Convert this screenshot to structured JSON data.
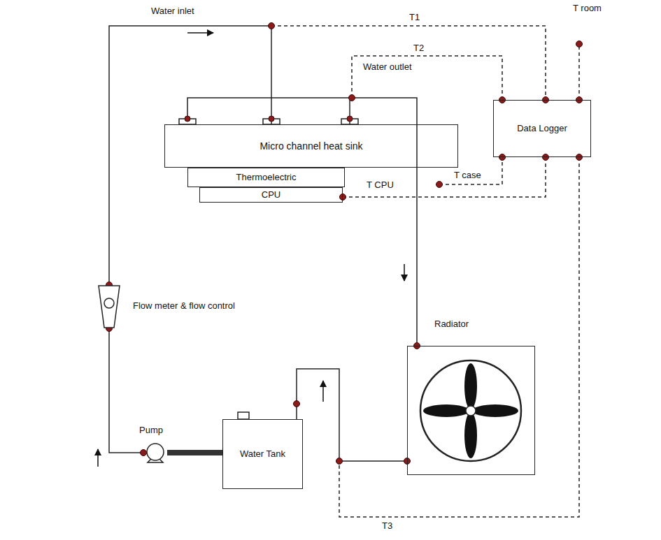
{
  "diagram": {
    "nodes": [
      {
        "text": [
          "Micro channel heat sink"
        ]
      },
      {
        "text": [
          "Thermoelectric"
        ]
      },
      {
        "text": [
          "CPU"
        ]
      },
      {
        "text": [
          "Data Logger"
        ]
      },
      {
        "text": [
          "Flow meter & flow control"
        ]
      },
      {
        "text": [
          "Radiator"
        ]
      },
      {
        "text": [
          "Pump"
        ]
      },
      {
        "text": [
          "Water Tank"
        ]
      }
    ],
    "edges": [
      {
        "from": 6,
        "to": 4,
        "arrow": "none"
      },
      {
        "from": 4,
        "to": 0,
        "arrow": "none",
        "label": "Water inlet"
      },
      {
        "from": 0,
        "to": 5,
        "arrow": "none",
        "label": "Water outlet"
      },
      {
        "from": 5,
        "to": 7,
        "arrow": "none"
      },
      {
        "from": 7,
        "to": 6,
        "arrow": "none"
      },
      {
        "from": 2,
        "to": 3,
        "arrow": "none",
        "label": "T CPU"
      }
    ],
    "labels": [
      "T room",
      "T1",
      "T2",
      "T case",
      "T3"
    ]
  }
}
